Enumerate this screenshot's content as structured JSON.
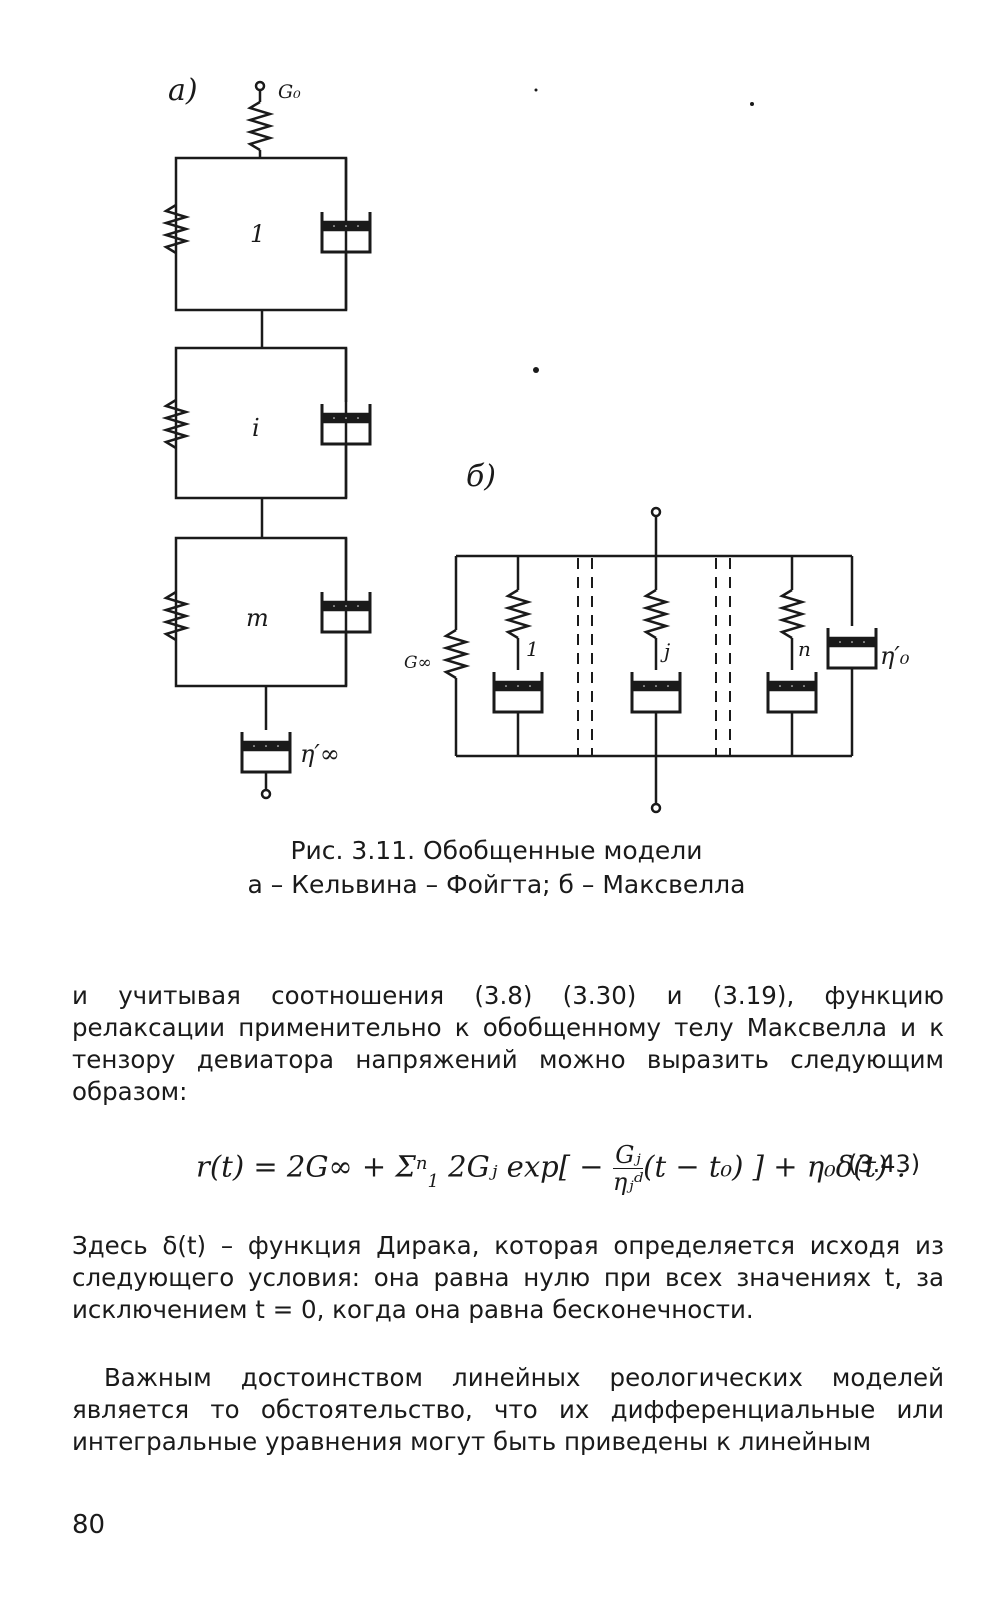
{
  "figure": {
    "panel_a": {
      "label": "а)",
      "top_spring_label": "G₀",
      "unit_labels": [
        "1",
        "i",
        "m"
      ],
      "bottom_dashpot_label": "η′∞"
    },
    "panel_b": {
      "label": "б)",
      "left_spring_label": "G∞",
      "branch_labels": [
        "1",
        "j",
        "n"
      ],
      "right_dashpot_label": "η′₀"
    }
  },
  "caption": {
    "line1": "Рис. 3.11. Обобщенные модели",
    "line2": "а – Кельвина – Фойгта;  б – Максвелла"
  },
  "paragraph1": "и учитывая соотношения (3.8) (3.30) и (3.19), функцию релаксации применительно к обобщенному телу Максвелла и к тензору девиатора напряжений можно выразить следующим образом:",
  "formula": {
    "lhs": "r(t) = 2G∞ + ",
    "sum": "Σ",
    "sum_upper": "n",
    "sum_lower": "1",
    "term": "2Gⱼ exp[ − ",
    "frac_num": "Gⱼ",
    "frac_den": "ηⱼᵈ",
    "after_frac": "(t − t₀) ] + η₀δ(t) .",
    "number": "(3.43)"
  },
  "paragraph2": "Здесь   δ(t) – функция Дирака, которая определяется исходя из следующего условия: она равна нулю при всех значениях t, за исключением t = 0, когда она равна бесконечности.",
  "paragraph3": "Важным достоинством линейных реологических моделей является то обстоятельство, что их дифференциальные или интегральные уравнения могут быть приведены к линейным",
  "page_number": "80"
}
